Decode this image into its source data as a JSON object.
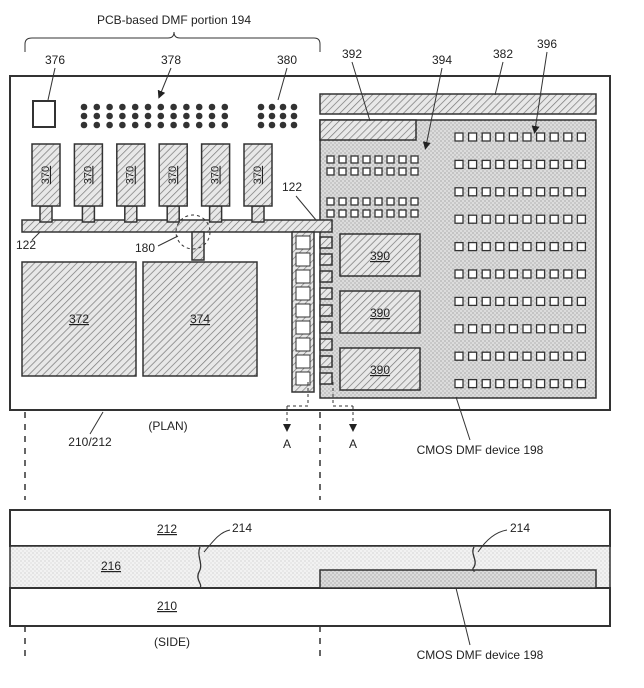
{
  "plan": {
    "pcb_portion_label": "PCB-based DMF portion 194",
    "view_label": "(PLAN)",
    "board_label": "210/212",
    "cmos_label": "CMOS DMF device 198",
    "section_marker_left": "A",
    "section_marker_right": "A",
    "refs": {
      "r376": "376",
      "r378": "378",
      "r380": "380",
      "r392": "392",
      "r394": "394",
      "r382": "382",
      "r396": "396",
      "r122_left": "122",
      "r122_right": "122",
      "r180": "180"
    },
    "electrode_370": [
      "370",
      "370",
      "370",
      "370",
      "370",
      "370"
    ],
    "block_372": "372",
    "block_374": "374",
    "block_390": [
      "390",
      "390",
      "390"
    ]
  },
  "side": {
    "view_label": "(SIDE)",
    "layer_212": "212",
    "layer_216": "216",
    "layer_210": "210",
    "ref_214_left": "214",
    "ref_214_right": "214",
    "cmos_label": "CMOS DMF device 198"
  }
}
